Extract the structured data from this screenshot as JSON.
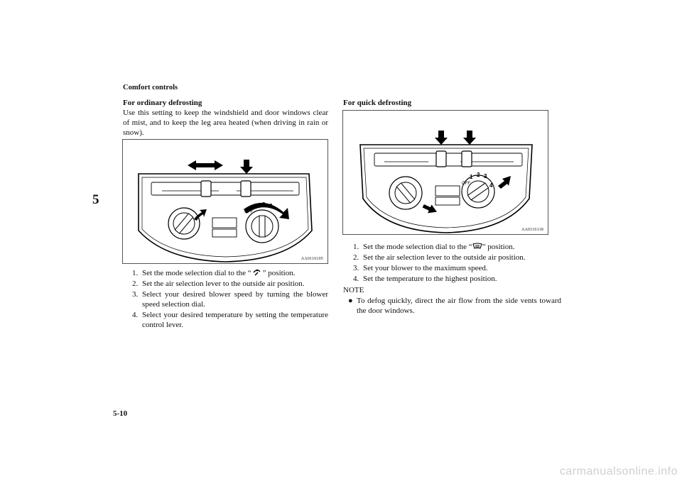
{
  "header": {
    "section_title": "Comfort controls"
  },
  "chapter_tab": "5",
  "left": {
    "heading": "For ordinary defrosting",
    "intro": "Use this setting to keep the windshield and door windows clear of mist, and to keep the leg area heated (when driving in rain or snow).",
    "figure_code": "AA0116105",
    "steps": [
      {
        "num": "1.",
        "before": "Set the mode selection dial to the “",
        "after": "” position.",
        "icon": "floor-defrost-mode-icon"
      },
      {
        "num": "2.",
        "text": "Set the air selection lever to the outside air position."
      },
      {
        "num": "3.",
        "text": "Select your desired blower speed by turning the blower speed selection dial."
      },
      {
        "num": "4.",
        "text": "Select your desired temperature by setting the temperature control lever."
      }
    ]
  },
  "right": {
    "heading": "For quick defrosting",
    "figure_code": "AA0116118",
    "steps": [
      {
        "num": "1.",
        "before": "Set the mode selection dial to the “",
        "after": "” position.",
        "icon": "defrost-mode-icon"
      },
      {
        "num": "2.",
        "text": "Set the air selection lever to the outside air position."
      },
      {
        "num": "3.",
        "text": "Set your blower to the maximum speed."
      },
      {
        "num": "4.",
        "text": "Set the temperature to the highest position."
      }
    ],
    "note_label": "NOTE",
    "note_text": "To defog quickly, direct the air flow from the side vents toward the door windows."
  },
  "dial_labels": {
    "off": "OFF",
    "s1": "1",
    "s2": "2",
    "s3": "3",
    "s4": "4"
  },
  "page_number": "5-10",
  "watermark": "carmanualsonline.info"
}
